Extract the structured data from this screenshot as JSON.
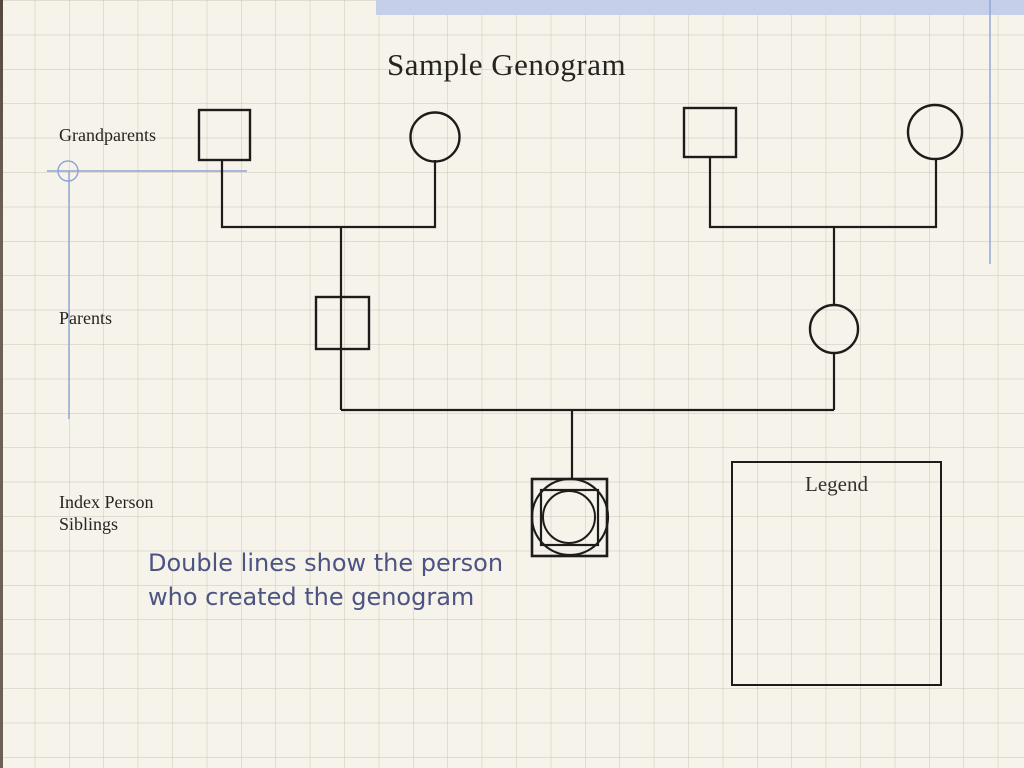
{
  "page": {
    "title": "Sample Genogram"
  },
  "row_labels": {
    "grandparents": "Grandparents",
    "parents": "Parents",
    "index_person": "Index Person",
    "siblings": "Siblings"
  },
  "annotation": {
    "line1": "Double lines show the person",
    "line2": "who created the genogram"
  },
  "legend": {
    "title": "Legend"
  },
  "colors": {
    "paper": "#f6f3ea",
    "ink": "#1d1c1a",
    "grid_line": "#d9d0c3",
    "top_bar_blue": "#c5cfe9",
    "guide_blue": "#8fa2d6",
    "annotation_blue": "#4d5383"
  },
  "diagram": {
    "type": "genogram",
    "nodes": [
      {
        "id": "paternal-grandfather",
        "shape": "square",
        "row": "grandparents"
      },
      {
        "id": "paternal-grandmother",
        "shape": "circle",
        "row": "grandparents"
      },
      {
        "id": "maternal-grandfather",
        "shape": "square",
        "row": "grandparents"
      },
      {
        "id": "maternal-grandmother",
        "shape": "circle",
        "row": "grandparents"
      },
      {
        "id": "father",
        "shape": "square",
        "row": "parents"
      },
      {
        "id": "mother",
        "shape": "circle",
        "row": "parents"
      },
      {
        "id": "index-person",
        "shape": "double-square-double-circle",
        "row": "index-person-siblings"
      }
    ],
    "relationships": [
      {
        "from": "paternal-grandfather",
        "to": "paternal-grandmother",
        "type": "union",
        "child": "father"
      },
      {
        "from": "maternal-grandfather",
        "to": "maternal-grandmother",
        "type": "union",
        "child": "mother"
      },
      {
        "from": "father",
        "to": "mother",
        "type": "union",
        "child": "index-person"
      }
    ]
  }
}
